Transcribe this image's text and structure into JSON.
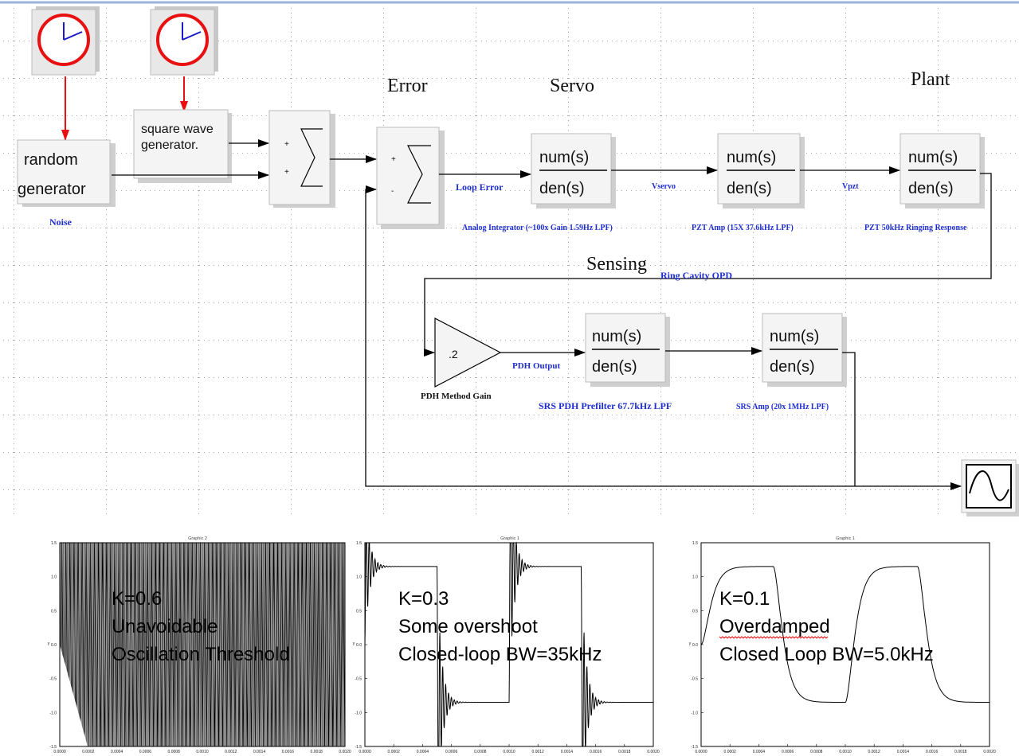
{
  "diagram": {
    "headings": {
      "error": "Error",
      "servo": "Servo",
      "plant": "Plant",
      "sensing": "Sensing"
    },
    "blocks": {
      "random_generator": [
        "random",
        "generator"
      ],
      "square_wave_generator": [
        "square wave",
        "generator."
      ],
      "sum_signs": {
        "top": "+",
        "bottom": "+"
      },
      "error_sum_signs": {
        "top": "+",
        "bottom": "-"
      },
      "transfer": {
        "num": "num(s)",
        "den": "den(s)"
      },
      "gain_value": ".2"
    },
    "labels": {
      "noise": "Noise",
      "loop_error": "Loop Error",
      "vservo": "Vservo",
      "vpzt": "Vpzt",
      "analog_integrator": "Analog Integrator (~100x Gain 1.59Hz LPF)",
      "pzt_amp": "PZT Amp (15X 37.6kHz LPF)",
      "pzt_ringing": "PZT 50kHz Ringing Response",
      "ring_cavity": "Ring Cavity OPD",
      "pdh_output": "PDH Output",
      "pdh_method_gain": "PDH Method Gain",
      "srs_prefilter": "SRS PDH Prefilter 67.7kHz LPF",
      "srs_amp": "SRS Amp (20x 1MHz LPF)"
    },
    "colors": {
      "link_blue": "#1f2fd0",
      "event_red": "#e81010",
      "clock_face": "#e81010",
      "clock_hand": "#1a1acc"
    },
    "icons": [
      "clock-icon",
      "clock-icon",
      "scope-icon",
      "sum-icon",
      "sum-icon",
      "sum-icon"
    ]
  },
  "plots": [
    {
      "graphic_title": "Graphic 2",
      "annotation": [
        "K=0.6",
        "Unavoidable",
        "Oscillation Threshold"
      ],
      "y_label": "y"
    },
    {
      "graphic_title": "Graphic 1",
      "annotation": [
        "K=0.3",
        "Some overshoot",
        "Closed-loop  BW=35kHz"
      ],
      "y_label": "y"
    },
    {
      "graphic_title": "Graphic 1",
      "annotation": [
        "K=0.1",
        "Overdamped",
        "Closed Loop BW=5.0kHz"
      ],
      "y_label": "y"
    }
  ],
  "chart_data": [
    {
      "type": "line",
      "title": "Graphic 2",
      "xlabel": "",
      "ylabel": "y",
      "xlim": [
        0,
        0.002
      ],
      "ylim": [
        -1.5,
        1.5
      ],
      "xticks": [
        "0.0000",
        "0.0002",
        "0.0004",
        "0.0006",
        "0.0008",
        "0.0010",
        "0.0012",
        "0.0014",
        "0.0016",
        "0.0018",
        "0.0020"
      ],
      "yticks": [
        "1.5",
        "1.0",
        "0.5",
        "0.0",
        "-0.5",
        "-1.0",
        "-1.5"
      ],
      "behavior": "unstable",
      "series": [
        {
          "values": []
        }
      ]
    },
    {
      "type": "line",
      "title": "Graphic 1",
      "xlabel": "",
      "ylabel": "y",
      "xlim": [
        0,
        0.002
      ],
      "ylim": [
        -1.5,
        1.5
      ],
      "xticks": [
        "0.0000",
        "0.0002",
        "0.0004",
        "0.0006",
        "0.0008",
        "0.0010",
        "0.0012",
        "0.0014",
        "0.0016",
        "0.0018",
        "0.0020"
      ],
      "yticks": [
        "1.5",
        "1.0",
        "0.5",
        "0.0",
        "-0.5",
        "-1.0",
        "-1.5"
      ],
      "behavior": "ringing",
      "levels": {
        "high": 1.15,
        "low": -0.85
      },
      "transitions": [
        0.0005,
        0.001,
        0.0015
      ],
      "series": [
        {
          "values": []
        }
      ]
    },
    {
      "type": "line",
      "title": "Graphic 1",
      "xlabel": "",
      "ylabel": "y",
      "xlim": [
        0,
        0.002
      ],
      "ylim": [
        -1.5,
        1.5
      ],
      "xticks": [
        "0.0000",
        "0.0002",
        "0.0004",
        "0.0006",
        "0.0008",
        "0.0010",
        "0.0012",
        "0.0014",
        "0.0016",
        "0.0018",
        "0.0020"
      ],
      "yticks": [
        "1.5",
        "1.0",
        "0.5",
        "0.0",
        "-0.5",
        "-1.0",
        "-1.5"
      ],
      "behavior": "overdamped",
      "levels": {
        "high": 1.15,
        "low": -0.85
      },
      "transitions": [
        0.0005,
        0.001,
        0.0015
      ],
      "series": [
        {
          "values": []
        }
      ]
    }
  ]
}
